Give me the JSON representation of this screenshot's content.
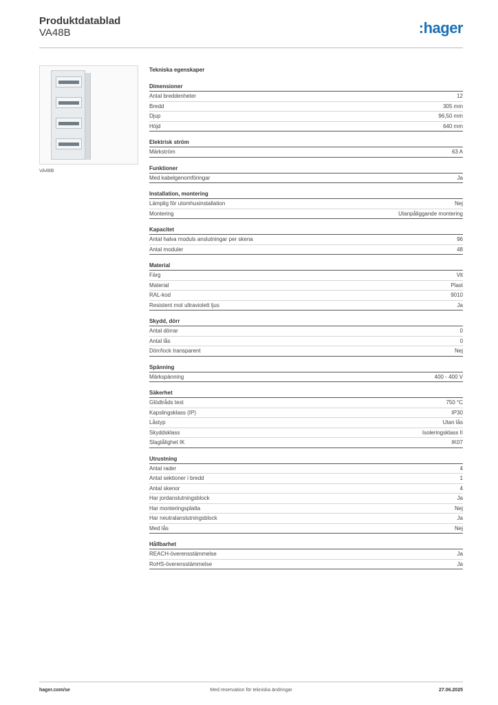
{
  "header": {
    "title": "Produktdatablad",
    "product_code": "VA48B",
    "logo_text": ":hager"
  },
  "image": {
    "caption": "VA48B"
  },
  "specs": {
    "title": "Tekniska egenskaper",
    "sections": [
      {
        "name": "Dimensioner",
        "rows": [
          {
            "label": "Antal breddenheter",
            "value": "12"
          },
          {
            "label": "Bredd",
            "value": "305 mm"
          },
          {
            "label": "Djup",
            "value": "96,50 mm"
          },
          {
            "label": "Höjd",
            "value": "640 mm"
          }
        ]
      },
      {
        "name": "Elektrisk ström",
        "rows": [
          {
            "label": "Märkström",
            "value": "63 A"
          }
        ]
      },
      {
        "name": "Funktioner",
        "rows": [
          {
            "label": "Med kabelgenomföringar",
            "value": "Ja"
          }
        ]
      },
      {
        "name": "Installation, montering",
        "rows": [
          {
            "label": "Lämplig för utomhusinstallation",
            "value": "Nej"
          },
          {
            "label": "Montering",
            "value": "Utanpåliggande montering"
          }
        ]
      },
      {
        "name": "Kapacitet",
        "rows": [
          {
            "label": "Antal halva moduls anslutningar per skena",
            "value": "96"
          },
          {
            "label": "Antal moduler",
            "value": "48"
          }
        ]
      },
      {
        "name": "Material",
        "rows": [
          {
            "label": "Färg",
            "value": "Vit"
          },
          {
            "label": "Material",
            "value": "Plast"
          },
          {
            "label": "RAL-kod",
            "value": "9010"
          },
          {
            "label": "Resistent mot ultraviolett ljus",
            "value": "Ja"
          }
        ]
      },
      {
        "name": "Skydd, dörr",
        "rows": [
          {
            "label": "Antal dörrar",
            "value": "0"
          },
          {
            "label": "Antal lås",
            "value": "0"
          },
          {
            "label": "Dörr/lock transparent",
            "value": "Nej"
          }
        ]
      },
      {
        "name": "Spänning",
        "rows": [
          {
            "label": "Märkspänning",
            "value": "400 - 400 V"
          }
        ]
      },
      {
        "name": "Säkerhet",
        "rows": [
          {
            "label": "Glödtråds test",
            "value": "750 °C"
          },
          {
            "label": "Kapslingsklass (IP)",
            "value": "IP30"
          },
          {
            "label": "Låstyp",
            "value": "Utan lås"
          },
          {
            "label": "Skyddsklass",
            "value": "Isoleringsklass II"
          },
          {
            "label": "Slagtålighet IK",
            "value": "IK07"
          }
        ]
      },
      {
        "name": "Utrustning",
        "rows": [
          {
            "label": "Antal rader",
            "value": "4"
          },
          {
            "label": "Antal sektioner i bredd",
            "value": "1"
          },
          {
            "label": "Antal skenor",
            "value": "4"
          },
          {
            "label": "Har jordanslutningsblock",
            "value": "Ja"
          },
          {
            "label": "Har monteringsplatta",
            "value": "Nej"
          },
          {
            "label": "Har neutralanslutningsblock",
            "value": "Ja"
          },
          {
            "label": "Med lås",
            "value": "Nej"
          }
        ]
      },
      {
        "name": "Hållbarhet",
        "rows": [
          {
            "label": "REACH-överensstämmelse",
            "value": "Ja"
          },
          {
            "label": "RoHS-överensstämmelse",
            "value": "Ja"
          }
        ]
      }
    ]
  },
  "footer": {
    "website": "hager.com/se",
    "note": "Med reservation för tekniska ändringar",
    "date": "27.06.2025"
  },
  "colors": {
    "brand": "#1a6fb5"
  }
}
